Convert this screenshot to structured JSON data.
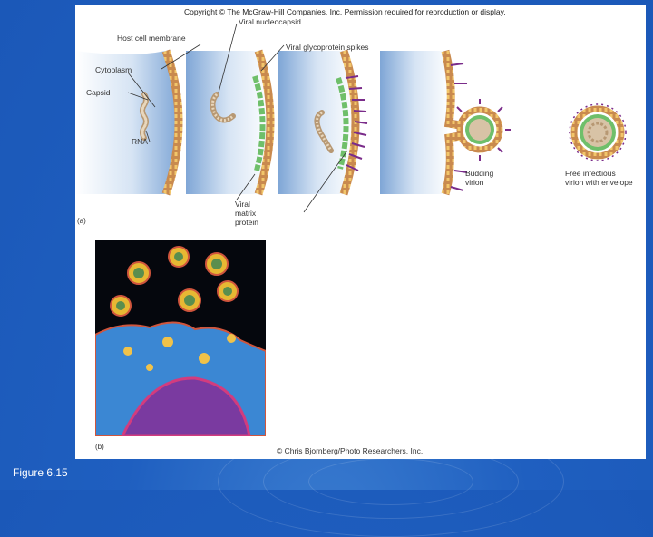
{
  "slide": {
    "copyright": "Copyright © The McGraw-Hill Companies, Inc. Permission required for reproduction or display.",
    "caption": "Figure 6.15"
  },
  "diagram_a": {
    "part_label": "(a)",
    "labels": {
      "host_cell_membrane": "Host cell membrane",
      "cytoplasm": "Cytoplasm",
      "capsid": "Capsid",
      "rna": "RNA",
      "viral_nucleocapsid": "Viral nucleocapsid",
      "viral_glycoprotein_spikes": "Viral glycoprotein spikes",
      "viral_matrix_protein_1": "Viral",
      "viral_matrix_protein_2": "matrix",
      "viral_matrix_protein_3": "protein",
      "budding_virion_1": "Budding",
      "budding_virion_2": "virion",
      "free_virion_1": "Free infectious",
      "free_virion_2": "virion with envelope"
    }
  },
  "photo_b": {
    "part_label": "(b)",
    "credit": "© Chris Bjornberg/Photo Researchers, Inc."
  },
  "colors": {
    "background": "#1f5fc0",
    "cytoplasm": "#8fb4df",
    "membrane": "#c98a4e",
    "matrix_protein": "#6fbf6a",
    "spike": "#7a2c8a",
    "nucleocapsid": "#d8c3a6"
  }
}
